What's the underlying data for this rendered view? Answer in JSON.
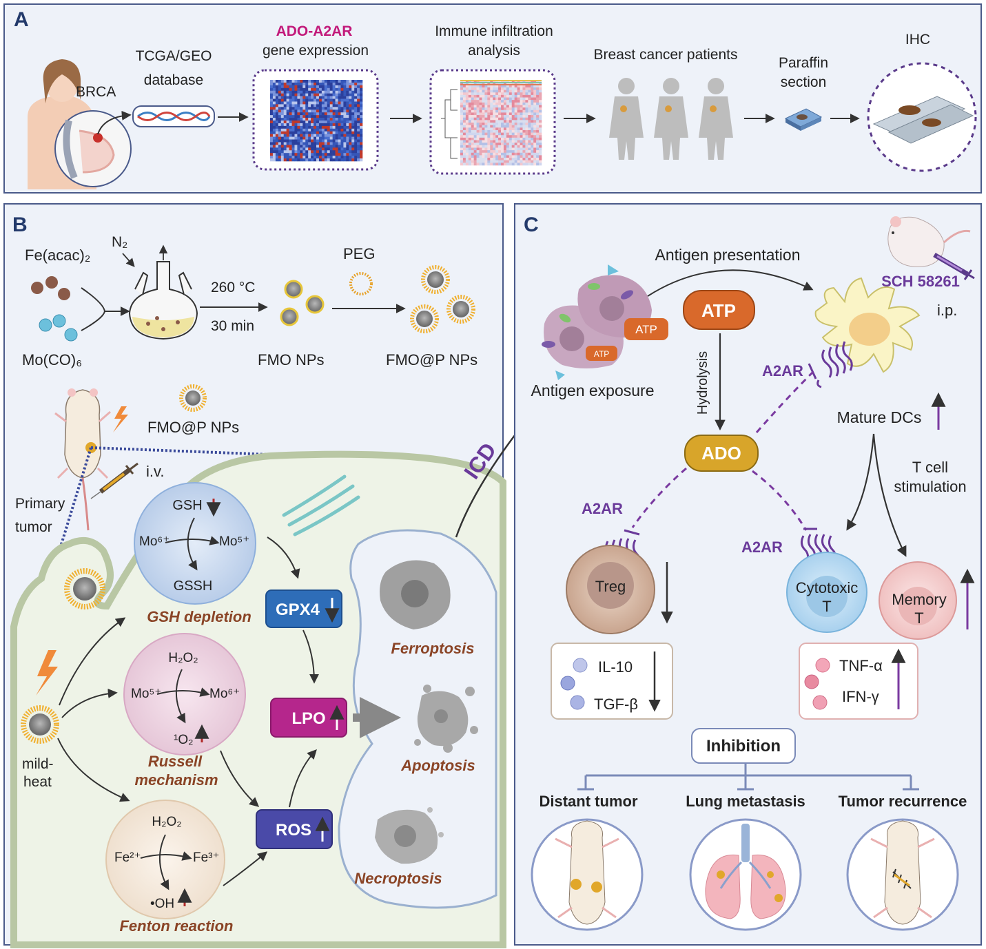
{
  "panels": {
    "a": {
      "letter": "A",
      "brca": "BRCA",
      "tcga_line1": "TCGA/GEO",
      "tcga_line2": "database",
      "ado_a2ar": "ADO-A2AR",
      "gene_expression": "gene expression",
      "immune_line1": "Immune infiltration",
      "immune_line2": "analysis",
      "patients": "Breast cancer patients",
      "paraffin_line1": "Paraffin",
      "paraffin_line2": "section",
      "ihc": "IHC"
    },
    "b": {
      "letter": "B",
      "fe_acac": "Fe(acac)₂",
      "mo_co": "Mo(CO)₆",
      "n2": "N₂",
      "temp": "260 °C",
      "time": "30 min",
      "peg": "PEG",
      "fmo_nps": "FMO NPs",
      "fmo_p_nps": "FMO@P NPs",
      "fmo_p_nps_inject": "FMO@P NPs",
      "iv": "i.v.",
      "primary_line1": "Primary",
      "primary_line2": "tumor",
      "mild_line1": "mild-",
      "mild_line2": "heat",
      "gsh": "GSH",
      "gssh": "GSSH",
      "mo6_a": "Mo⁶⁺",
      "mo5_a": "Mo⁵⁺",
      "gsh_depletion": "GSH depletion",
      "h2o2_a": "H₂O₂",
      "mo5_b": "Mo⁵⁺",
      "mo6_b": "Mo⁶⁺",
      "singlet_o2": "¹O₂",
      "russell_line1": "Russell",
      "russell_line2": "mechanism",
      "h2o2_b": "H₂O₂",
      "fe2": "Fe²⁺",
      "fe3": "Fe³⁺",
      "oh": "•OH",
      "fenton": "Fenton reaction",
      "gpx4": "GPX4",
      "lpo": "LPO",
      "ros": "ROS",
      "ferroptosis": "Ferroptosis",
      "apoptosis": "Apoptosis",
      "necroptosis": "Necroptosis",
      "icd": "ICD"
    },
    "c": {
      "letter": "C",
      "antigen_presentation": "Antigen presentation",
      "antigen_exposure": "Antigen exposure",
      "atp_small1": "ATP",
      "atp_small2": "ATP",
      "atp": "ATP",
      "hydrolysis": "Hydrolysis",
      "ado": "ADO",
      "sch": "SCH 58261",
      "ip": "i.p.",
      "a2ar_dc": "A2AR",
      "mature_dcs": "Mature DCs",
      "tcell_line1": "T cell",
      "tcell_line2": "stimulation",
      "a2ar_treg": "A2AR",
      "a2ar_ctl": "A2AR",
      "treg": "Treg",
      "cytotoxic_line1": "Cytotoxic",
      "cytotoxic_line2": "T",
      "memory_line1": "Memory",
      "memory_line2": "T",
      "il10": "IL-10",
      "tgfb": "TGF-β",
      "tnfa": "TNF-α",
      "ifng": "IFN-γ",
      "inhibition": "Inhibition",
      "distant_tumor": "Distant tumor",
      "lung_metastasis": "Lung metastasis",
      "tumor_recurrence": "Tumor recurrence"
    }
  },
  "colors": {
    "panel_border": "#4a5a8a",
    "panel_bg": "#eef2f9",
    "purple": "#6a3a9a",
    "magenta": "#c2197a",
    "orange": "#d9692b",
    "gold": "#d8a52a",
    "gpx4": "#2e6db8",
    "lpo": "#b5268c",
    "ros": "#4a4aa8",
    "brown_text": "#8a4426"
  },
  "icons": [
    "woman-icon",
    "breast-icon",
    "dna-icon",
    "heatmap-icon",
    "patient-icon",
    "paraffin-section-icon",
    "slide-icon",
    "flask-icon",
    "nanoparticle-icon",
    "mouse-icon",
    "syringe-icon",
    "lightning-icon",
    "golgi-icon",
    "dying-cell-icon",
    "dendritic-cell-icon",
    "receptor-icon",
    "lung-icon"
  ]
}
